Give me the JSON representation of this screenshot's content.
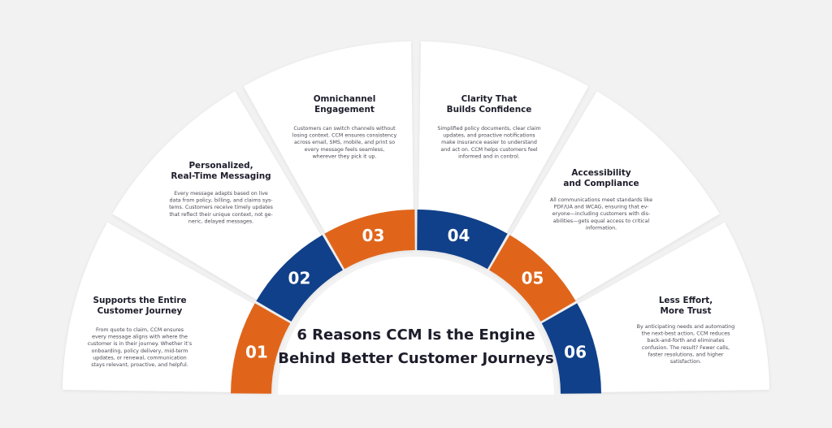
{
  "title": {
    "line1": "6 Reasons CCM Is the Engine",
    "line2": "Behind Better Customer Journeys"
  },
  "colors": {
    "background": "#f2f2f2",
    "card": "#ffffff",
    "orange": "#e0651b",
    "blue": "#11408a",
    "heading": "#1d1d2b",
    "body": "#4a4a55"
  },
  "reasons": [
    {
      "number": "01",
      "color": "orange",
      "heading": [
        "Supports the Entire",
        "Customer Journey"
      ],
      "body": [
        "From quote to claim, CCM ensures",
        "every message aligns with where the",
        "customer is in their journey. Whether it’s",
        "onboarding, policy delivery, mid-term",
        "updates, or renewal, communication",
        "stays relevant, proactive, and helpful."
      ]
    },
    {
      "number": "02",
      "color": "blue",
      "heading": [
        "Personalized,",
        "Real-Time Messaging"
      ],
      "body": [
        "Every message adapts based on live",
        "data from policy, billing, and claims sys-",
        "tems. Customers receive timely updates",
        "that reflect their unique context, not ge-",
        "neric, delayed messages."
      ]
    },
    {
      "number": "03",
      "color": "orange",
      "heading": [
        "Omnichannel",
        "Engagement"
      ],
      "body": [
        "Customers can switch channels without",
        "losing context. CCM ensures consistency",
        "across email, SMS, mobile, and print so",
        "every message feels seamless,",
        "wherever they pick it up."
      ]
    },
    {
      "number": "04",
      "color": "blue",
      "heading": [
        "Clarity That",
        "Builds Confidence"
      ],
      "body": [
        "Simplified policy documents, clear claim",
        "updates, and proactive notifications",
        "make insurance easier to understand",
        "and act on. CCM helps customers feel",
        "informed and in control."
      ]
    },
    {
      "number": "05",
      "color": "orange",
      "heading": [
        "Accessibility",
        "and Compliance"
      ],
      "body": [
        "All communications meet standards like",
        "PDF/UA and WCAG, ensuring that ev-",
        "eryone—including customers with dis-",
        "abilities—gets equal access to critical",
        "information."
      ]
    },
    {
      "number": "06",
      "color": "blue",
      "heading": [
        "Less Effort,",
        "More Trust"
      ],
      "body": [
        "By anticipating needs and automating",
        "the next-best action, CCM reduces",
        "back-and-forth and eliminates",
        "confusion. The result? Fewer calls,",
        "faster resolutions, and higher",
        "satisfaction."
      ]
    }
  ]
}
